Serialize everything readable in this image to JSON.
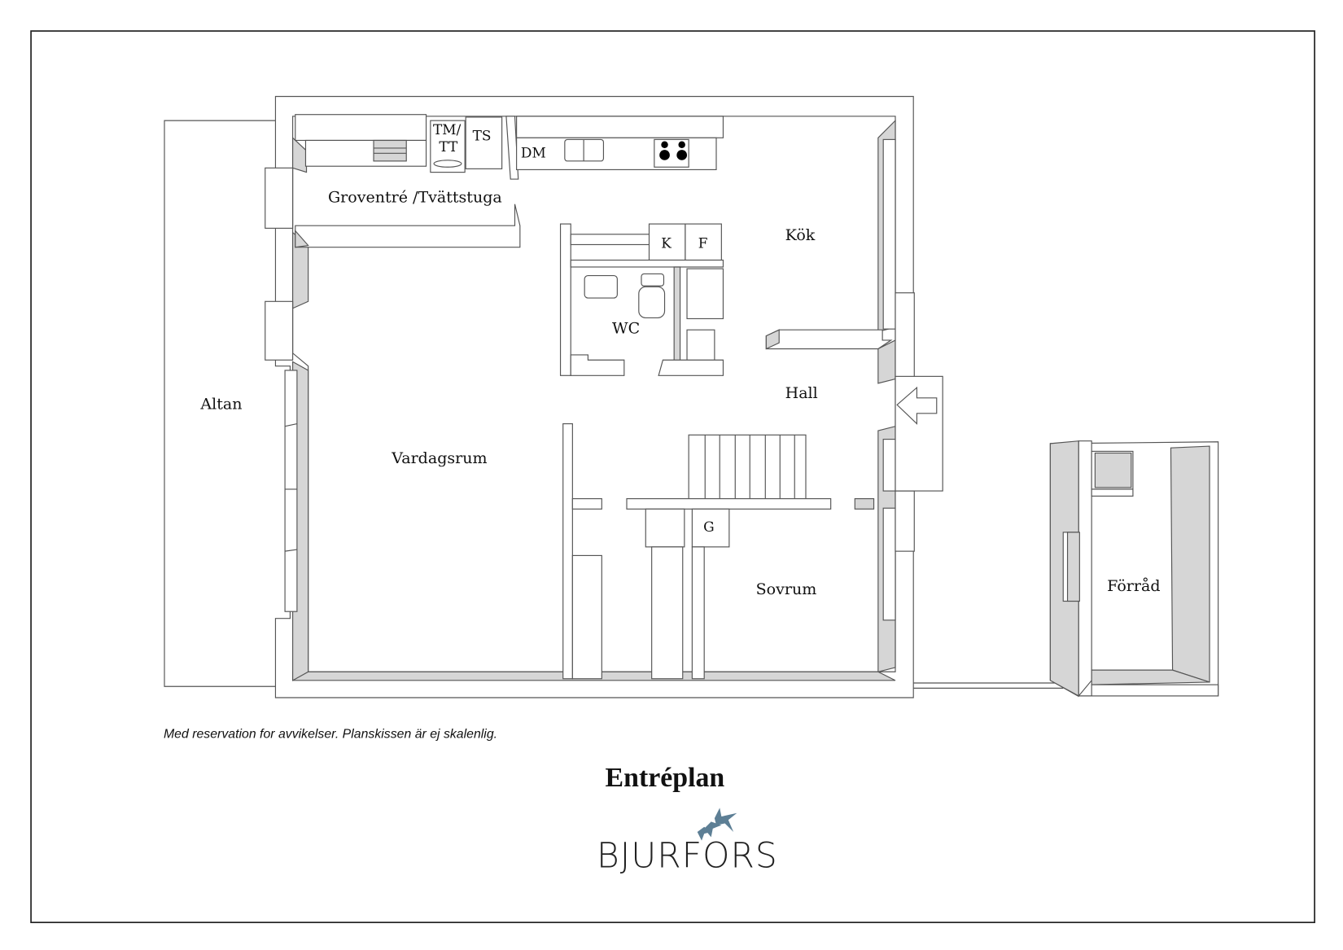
{
  "plan": {
    "title": "Entréplan",
    "disclaimer": "Med reservation for avvikelser. Planskissen är ej skalenlig.",
    "brand": "BJURFORS",
    "brand_color": "#5d7f95",
    "rooms": {
      "groventre": "Groventré /Tvättstuga",
      "kok": "Kök",
      "wc": "WC",
      "hall": "Hall",
      "vardagsrum": "Vardagsrum",
      "altan": "Altan",
      "sovrum": "Sovrum",
      "forrad": "Förråd"
    },
    "fixtures": {
      "tm": "TM/",
      "tt": "TT",
      "ts": "TS",
      "dm": "DM",
      "k": "K",
      "f": "F",
      "g": "G"
    }
  }
}
